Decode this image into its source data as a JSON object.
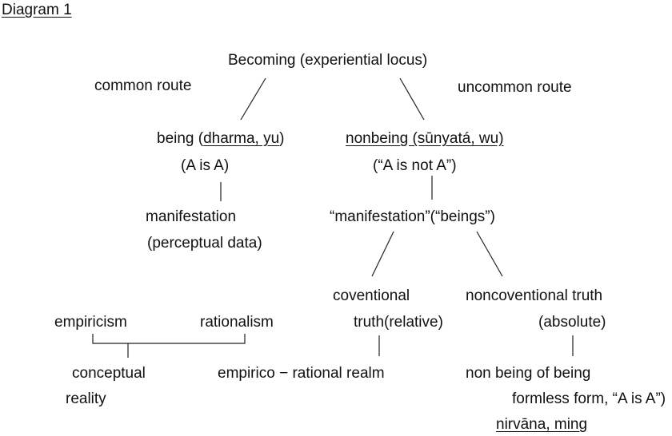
{
  "diagram": {
    "title": "Diagram 1",
    "root": "Becoming (experiential locus)",
    "common_route": "common route",
    "uncommon_route": "uncommon route",
    "being": {
      "prefix": "being (",
      "terms": "dharma, yu",
      "suffix": ")",
      "formula": "(A is A)",
      "manifestation": "manifestation",
      "manifestation_note": "(perceptual data)"
    },
    "nonbeing": {
      "label": "nonbeing (sūnyatá, wu)",
      "formula": "(“A is not A”)",
      "manifestation": "“manifestation”(“beings”)"
    },
    "conventional": {
      "line1": "coventional",
      "line2": "truth(relative)"
    },
    "nonconventional": {
      "line1": "noncoventional truth",
      "line2": "(absolute)"
    },
    "empiricism": "empiricism",
    "rationalism": "rationalism",
    "conceptual": "conceptual",
    "reality": "reality",
    "empirico_rational": "empirico − rational realm",
    "non_being_of_being": "non being of being",
    "formless_form": "formless form, “A is A”)",
    "nirvana": "nirvāna, ming"
  }
}
